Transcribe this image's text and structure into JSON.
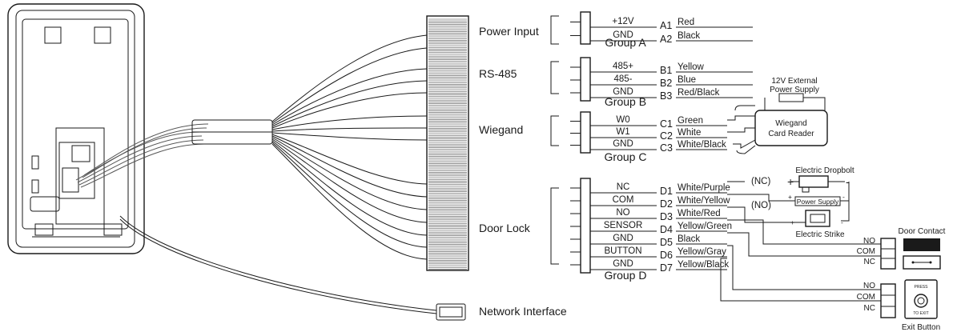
{
  "labels": {
    "power_input": "Power Input",
    "rs485": "RS-485",
    "wiegand": "Wiegand",
    "door_lock": "Door Lock",
    "network_interface": "Network Interface"
  },
  "groups": [
    {
      "name": "Group A",
      "rows": [
        {
          "pin": "+12V",
          "id": "A1",
          "color": "Red"
        },
        {
          "pin": "GND",
          "id": "A2",
          "color": "Black"
        }
      ]
    },
    {
      "name": "Group B",
      "rows": [
        {
          "pin": "485+",
          "id": "B1",
          "color": "Yellow"
        },
        {
          "pin": "485-",
          "id": "B2",
          "color": "Blue"
        },
        {
          "pin": "GND",
          "id": "B3",
          "color": "Red/Black"
        }
      ]
    },
    {
      "name": "Group C",
      "rows": [
        {
          "pin": "W0",
          "id": "C1",
          "color": "Green"
        },
        {
          "pin": "W1",
          "id": "C2",
          "color": "White"
        },
        {
          "pin": "GND",
          "id": "C3",
          "color": "White/Black"
        }
      ]
    },
    {
      "name": "Group D",
      "rows": [
        {
          "pin": "NC",
          "id": "D1",
          "color": "White/Purple"
        },
        {
          "pin": "COM",
          "id": "D2",
          "color": "White/Yellow"
        },
        {
          "pin": "NO",
          "id": "D3",
          "color": "White/Red"
        },
        {
          "pin": "SENSOR",
          "id": "D4",
          "color": "Yellow/Green"
        },
        {
          "pin": "GND",
          "id": "D5",
          "color": "Black"
        },
        {
          "pin": "BUTTON",
          "id": "D6",
          "color": "Yellow/Gray"
        },
        {
          "pin": "GND",
          "id": "D7",
          "color": "Yellow/Black"
        }
      ]
    }
  ],
  "external_power": {
    "line1": "12V External",
    "line2": "Power Supply"
  },
  "wiegand_reader": {
    "line1": "Wiegand",
    "line2": "Card Reader"
  },
  "dropbolt": {
    "title": "Electric Dropbolt",
    "nc": "(NC)",
    "no": "(NO)",
    "power_supply": "Power Supply",
    "plus": "+",
    "minus": "-"
  },
  "strike": {
    "title": "Electric Strike",
    "plus": "+",
    "minus": "-"
  },
  "door_contact": {
    "title": "Door Contact",
    "no": "NO",
    "com": "COM",
    "nc": "NC"
  },
  "exit_button": {
    "title": "Exit Button",
    "no": "NO",
    "com": "COM",
    "nc": "NC",
    "face_top": "PRESS",
    "face_bottom": "TO EXIT"
  }
}
